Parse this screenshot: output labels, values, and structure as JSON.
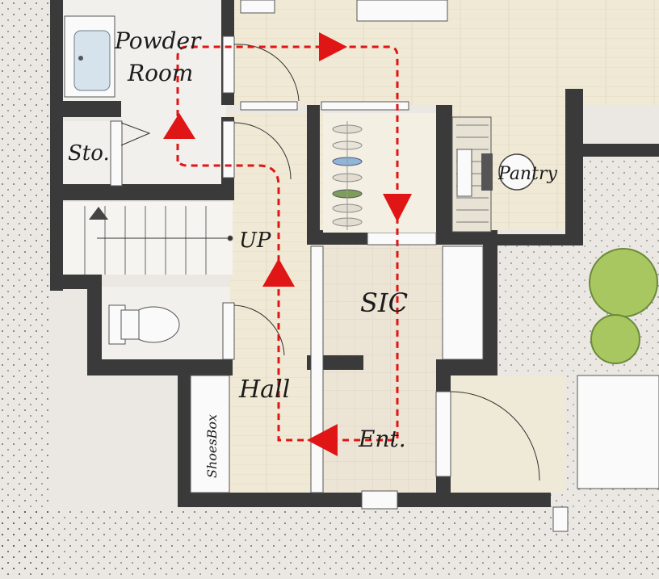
{
  "rooms": {
    "powder_room_line1": "Powder",
    "powder_room_line2": "Room",
    "storage": "Sto.",
    "pantry": "Pantry",
    "stairs_up": "UP",
    "sic": "SIC",
    "hall": "Hall",
    "entrance": "Ent.",
    "shoes_box": "ShoesBox"
  },
  "colors": {
    "wall": "#3a3a3a",
    "wood_floor": "#efe7d2",
    "tile_floor": "#ece5d6",
    "outside_ground": "#ebe8e3",
    "white_fixture": "#fafafa",
    "circulation_arrow": "#e01515",
    "plant_green": "#a9c760"
  }
}
